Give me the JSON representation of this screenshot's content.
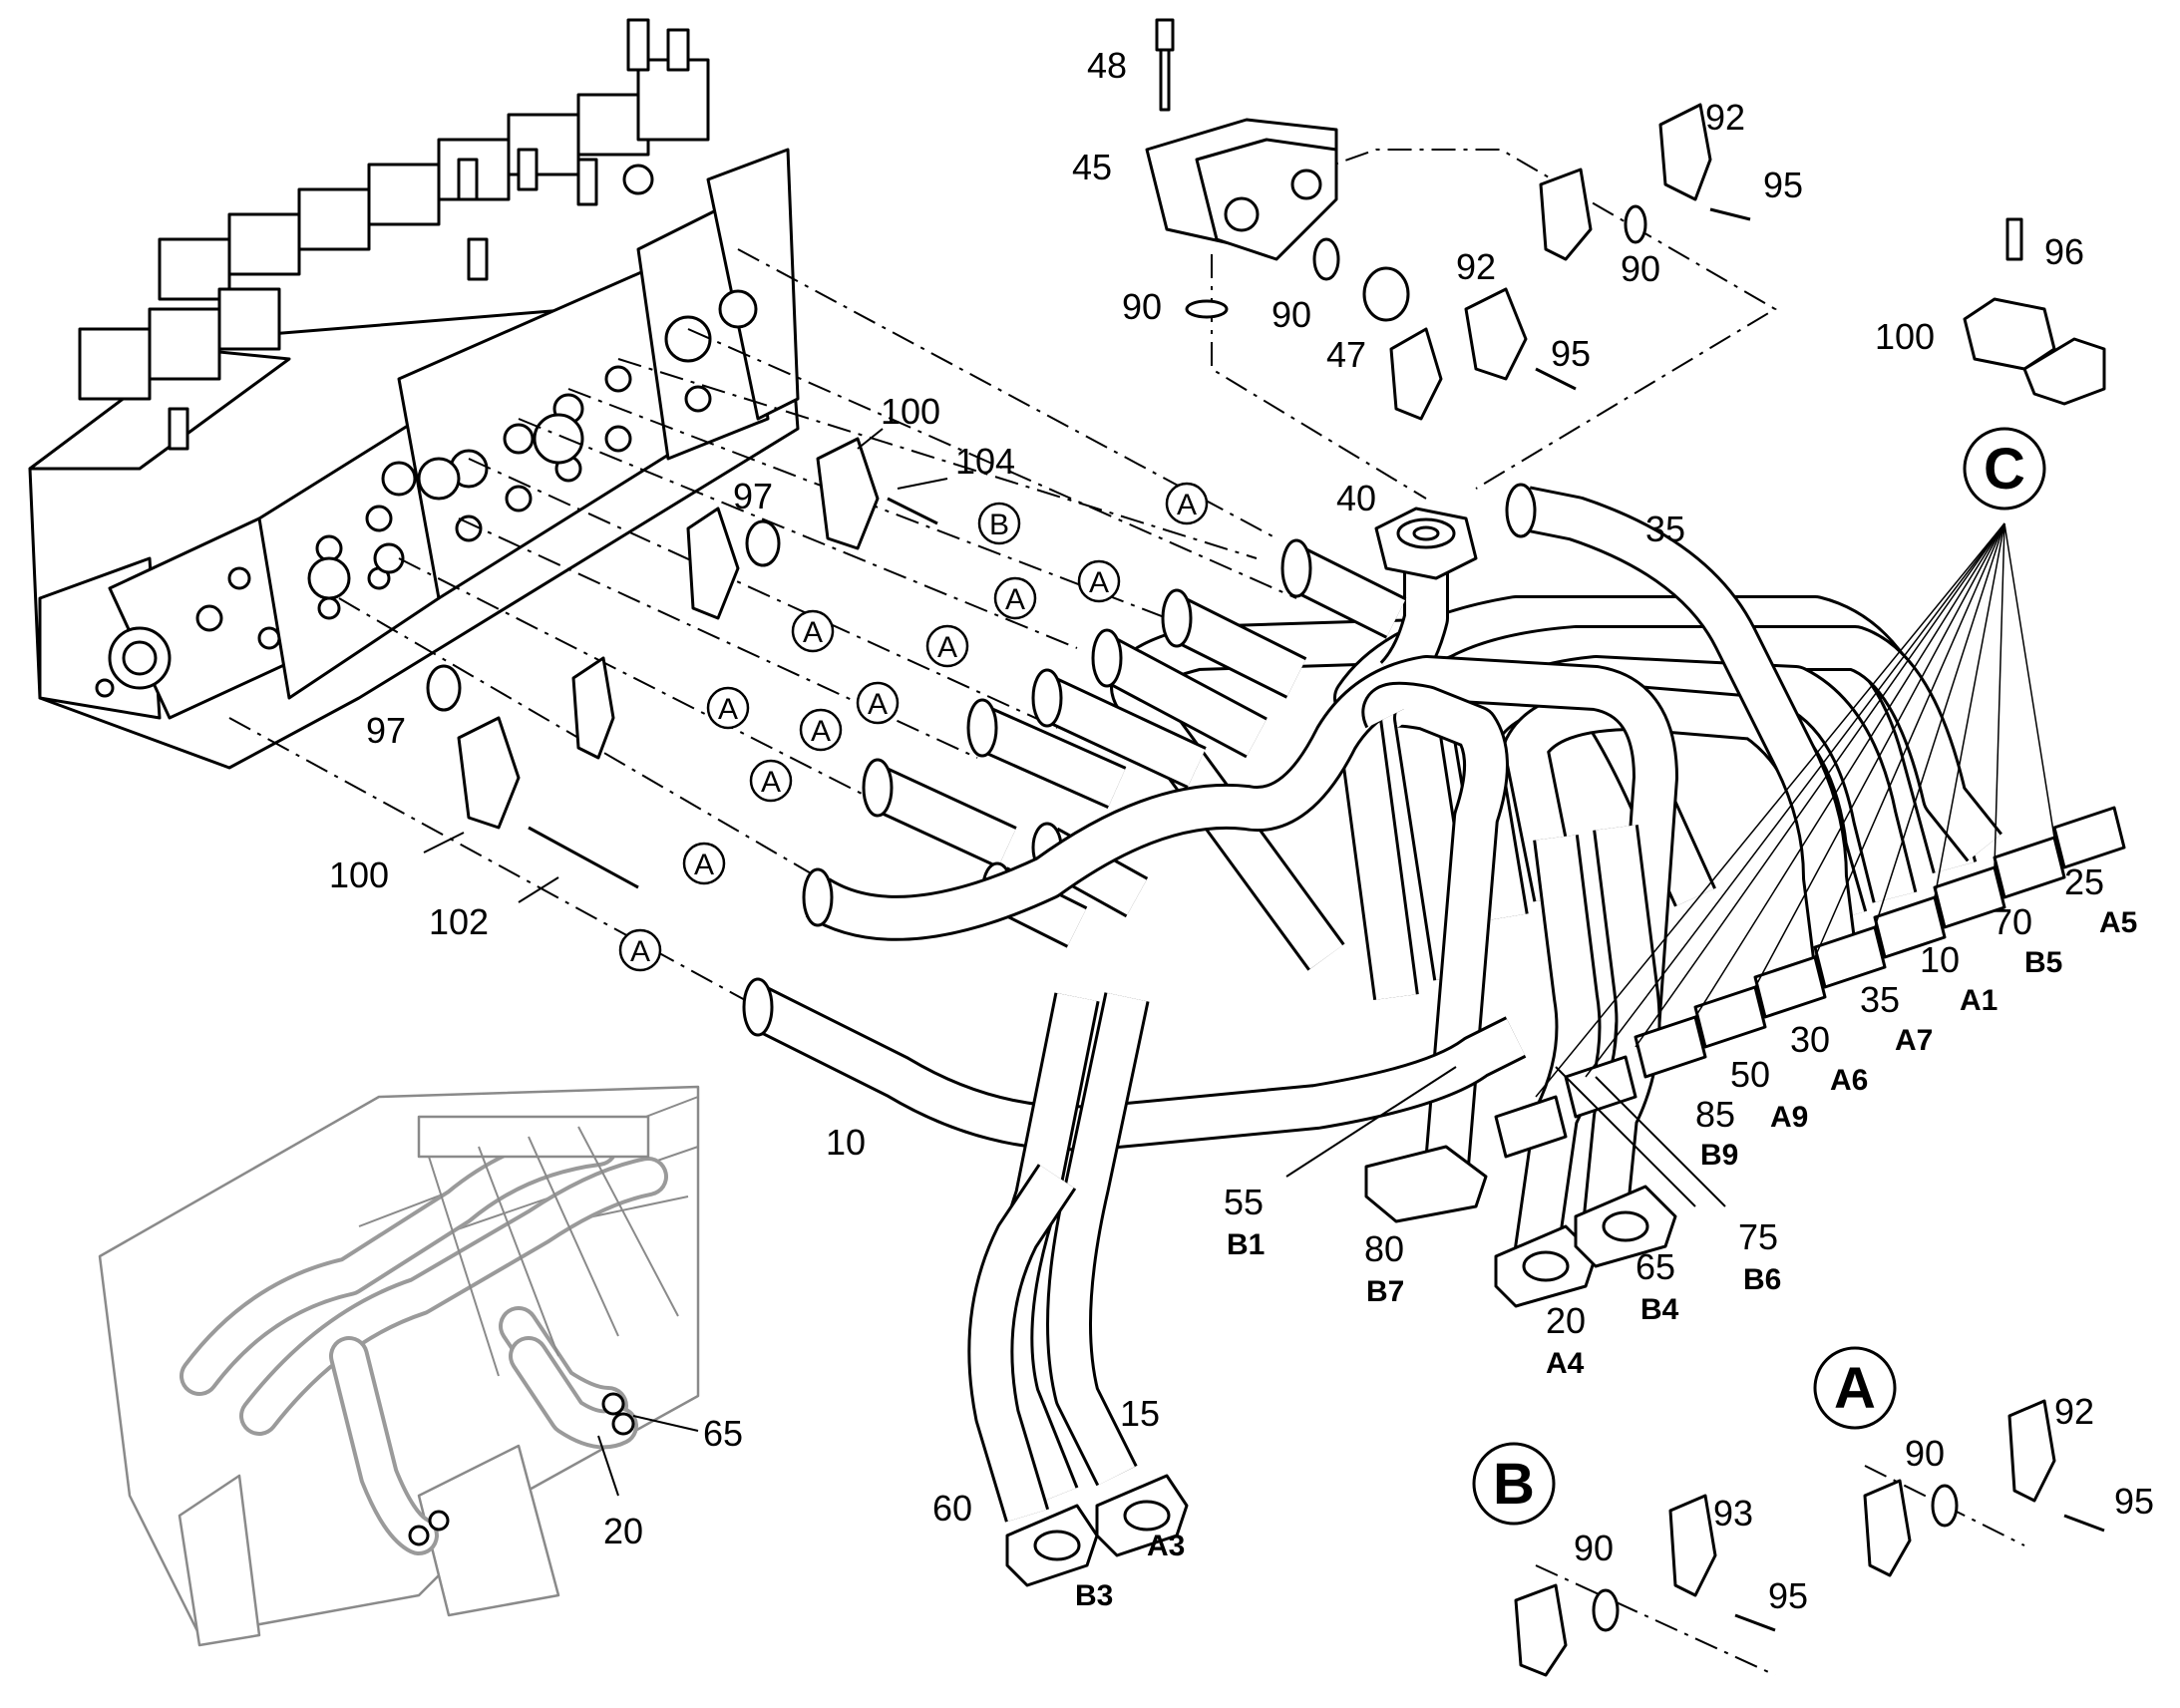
{
  "part_labels": {
    "p48": "48",
    "p45": "45",
    "p90a": "90",
    "p90b": "90",
    "p47": "47",
    "p92a": "92",
    "p95a": "95",
    "p90c": "90",
    "p92b": "92",
    "p95b": "95",
    "p96": "96",
    "p100a": "100",
    "p100b": "100",
    "p104": "104",
    "p97a": "97",
    "p97b": "97",
    "p100c": "100",
    "p102": "102",
    "p40": "40",
    "p35a": "35",
    "p10a": "10",
    "p55": "55",
    "p80": "80",
    "p20a": "20",
    "p65a": "65",
    "p75": "75",
    "p85": "85",
    "p50": "50",
    "p30": "30",
    "p35b": "35",
    "p10b": "10",
    "p70": "70",
    "p25": "25",
    "p15": "15",
    "p60": "60",
    "p65b": "65",
    "p20b": "20",
    "p90d": "90",
    "p92c": "92",
    "p95c": "95",
    "p93": "93",
    "p90e": "90",
    "p95d": "95"
  },
  "port_codes": {
    "B1": "B1",
    "B7": "B7",
    "A4": "A4",
    "B4": "B4",
    "B6": "B6",
    "B9": "B9",
    "A9": "A9",
    "A6": "A6",
    "A7": "A7",
    "A1": "A1",
    "B5": "B5",
    "A5": "A5",
    "A3": "A3",
    "B3": "B3"
  },
  "callouts": {
    "A": "A",
    "B": "B",
    "C": "C"
  },
  "detail_views": {
    "A": "A",
    "B": "B",
    "C": "C"
  }
}
